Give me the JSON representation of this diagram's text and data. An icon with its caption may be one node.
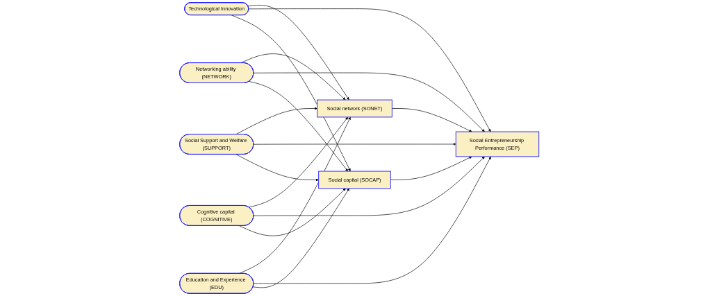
{
  "diagram": {
    "nodes": [
      {
        "text": [
          "Technological Innovation"
        ]
      },
      {
        "text": [
          "Networking ability (NETWORK)"
        ]
      },
      {
        "text": [
          "Social Support and Welfare (SUPPORT)"
        ]
      },
      {
        "text": [
          "Cognitive capital (COGNITIVE)"
        ]
      },
      {
        "text": [
          "Education and Experience (EDU)"
        ]
      },
      {
        "text": [
          "Social network (SONET)"
        ]
      },
      {
        "text": [
          "Social capital (SOCAP)"
        ]
      },
      {
        "text": [
          "Social Entrepreneurship Performance (SEP)"
        ]
      }
    ],
    "edges": [
      {
        "from": 0,
        "to": 5,
        "arrow": "to"
      },
      {
        "from": 0,
        "to": 7,
        "arrow": "to"
      },
      {
        "from": 0,
        "to": 6,
        "arrow": "to"
      },
      {
        "from": 1,
        "to": 5,
        "arrow": "to"
      },
      {
        "from": 1,
        "to": 7,
        "arrow": "to"
      },
      {
        "from": 1,
        "to": 6,
        "arrow": "to"
      },
      {
        "from": 2,
        "to": 5,
        "arrow": "to"
      },
      {
        "from": 2,
        "to": 7,
        "arrow": "to"
      },
      {
        "from": 2,
        "to": 6,
        "arrow": "to"
      },
      {
        "from": 3,
        "to": 5,
        "arrow": "to"
      },
      {
        "from": 3,
        "to": 7,
        "arrow": "to"
      },
      {
        "from": 3,
        "to": 6,
        "arrow": "to"
      },
      {
        "from": 4,
        "to": 5,
        "arrow": "to"
      },
      {
        "from": 4,
        "to": 7,
        "arrow": "to"
      },
      {
        "from": 4,
        "to": 6,
        "arrow": "to"
      },
      {
        "from": 5,
        "to": 7,
        "arrow": "to"
      },
      {
        "from": 6,
        "to": 7,
        "arrow": "to"
      }
    ]
  }
}
